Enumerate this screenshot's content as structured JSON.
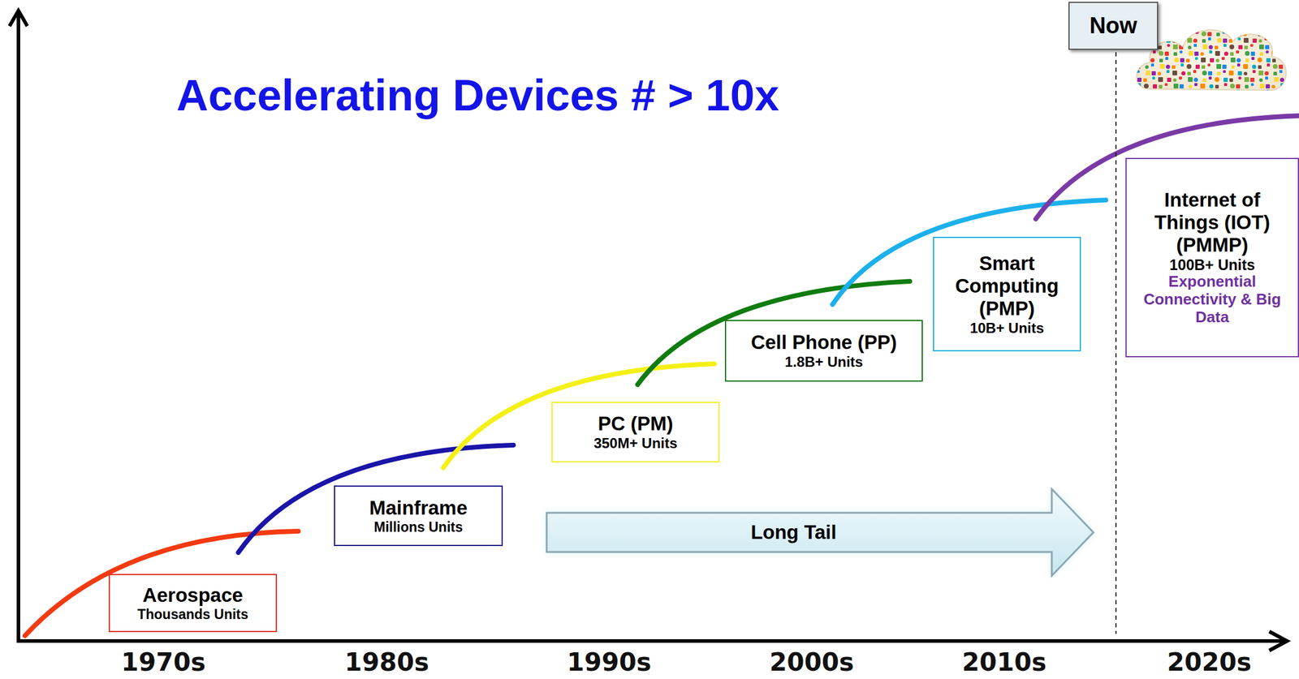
{
  "diagram": {
    "title": "Accelerating Devices # > 10x",
    "nodes": [
      {
        "text": [
          "Aerospace",
          "Thousands Units"
        ]
      },
      {
        "text": [
          "Mainframe",
          "Millions Units"
        ]
      },
      {
        "text": [
          "PC (PM)",
          "350M+ Units"
        ]
      },
      {
        "text": [
          "Cell Phone (PP)",
          "1.8B+ Units"
        ]
      },
      {
        "text": [
          "Long Tail"
        ]
      },
      {
        "text": [
          "Smart Computing (PMP)",
          "10B+ Units"
        ]
      },
      {
        "text": [
          "Now"
        ]
      },
      {
        "text": [
          "Internet of Things (IOT) (PMMP)",
          "100B+ Units",
          "Exponential Connectivity & Big Data"
        ]
      }
    ],
    "labels": [
      "1970s",
      "1980s",
      "1990s",
      "2000s",
      "2010s",
      "2020s"
    ]
  }
}
